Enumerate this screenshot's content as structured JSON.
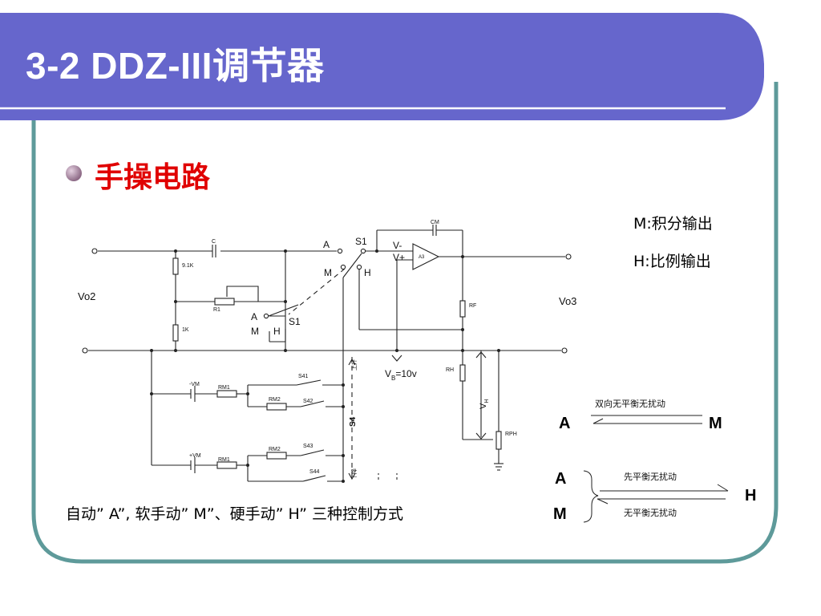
{
  "title": "3-2  DDZ-III调节器",
  "bullet": "手操电路",
  "notes": {
    "m": "M:积分输出",
    "h": "H:比例输出"
  },
  "caption": "自动” A”, 软手动” M”、硬手动” H” 三种控制方式",
  "circuit": {
    "vo2": "Vo2",
    "vo3": "Vo3",
    "c": "C",
    "cm": "CM",
    "r9": "9.1K",
    "r1": "R1",
    "r1k": "1K",
    "rf": "RF",
    "rh": "RH",
    "rph": "RPH",
    "a3": "A3",
    "vminus": "V-",
    "vplus": "V+",
    "vb": "V",
    "vb_sub": "B",
    "vb_val": "=10v",
    "vh": "V",
    "vh_sub": "H",
    "s1": "S1",
    "s1b": "S1",
    "a": "A",
    "m": "M",
    "h": "H",
    "s41": "S41",
    "s42": "S42",
    "s43": "S43",
    "s44": "S44",
    "s4": "S4",
    "neg_vm": "-VM",
    "pos_vm": "+VM",
    "rm1": "RM1",
    "rm2": "RM2",
    "rm1b": "RM1",
    "rm2b": "RM2",
    "up": "上升",
    "down": "下降"
  },
  "transfer": {
    "top": {
      "a": "A",
      "m": "M",
      "label": "双向无平衡无扰动"
    },
    "bottom": {
      "a": "A",
      "m": "M",
      "h": "H",
      "label_top": "先平衡无扰动",
      "label_bottom": "无平衡无扰动"
    }
  },
  "colors": {
    "title_bar": "#6666cc",
    "frame": "#5e9a9a",
    "bullet_text": "#e00000"
  }
}
